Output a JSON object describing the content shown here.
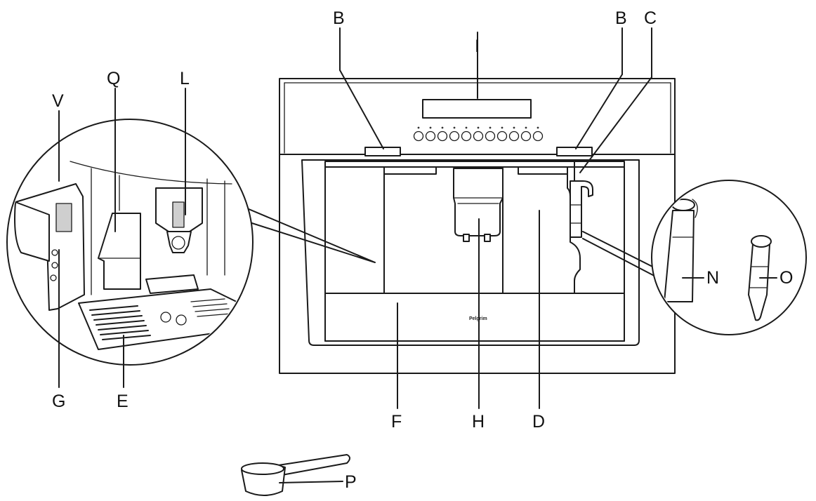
{
  "diagram": {
    "brand": "Pelgrim",
    "callouts": [
      {
        "id": "B1",
        "text": "B"
      },
      {
        "id": "I",
        "text": "I"
      },
      {
        "id": "B2",
        "text": "B"
      },
      {
        "id": "C",
        "text": "C"
      },
      {
        "id": "V",
        "text": "V"
      },
      {
        "id": "Q",
        "text": "Q"
      },
      {
        "id": "L",
        "text": "L"
      },
      {
        "id": "G",
        "text": "G"
      },
      {
        "id": "E",
        "text": "E"
      },
      {
        "id": "F",
        "text": "F"
      },
      {
        "id": "H",
        "text": "H"
      },
      {
        "id": "D",
        "text": "D"
      },
      {
        "id": "N",
        "text": "N"
      },
      {
        "id": "O",
        "text": "O"
      },
      {
        "id": "P",
        "text": "P"
      }
    ],
    "control_panel": {
      "button_count": 11,
      "display": "text-display"
    }
  }
}
